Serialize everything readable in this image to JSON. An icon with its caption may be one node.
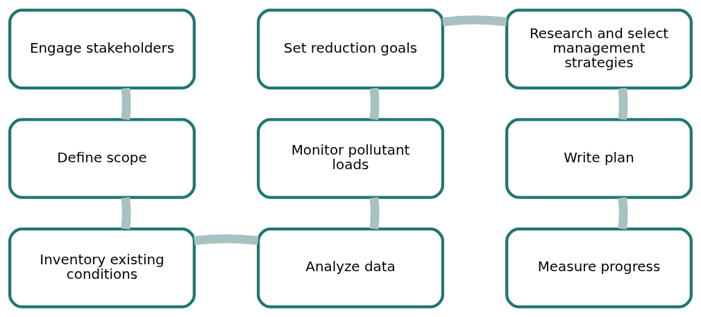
{
  "diagram": {
    "nodes": [
      {
        "text": [
          "Engage stakeholders"
        ]
      },
      {
        "text": [
          "Define scope"
        ]
      },
      {
        "text": [
          "Inventory existing conditions"
        ]
      },
      {
        "text": [
          "Set reduction goals"
        ]
      },
      {
        "text": [
          "Monitor pollutant loads"
        ]
      },
      {
        "text": [
          "Analyze data"
        ]
      },
      {
        "text": [
          "Research and select management strategies"
        ]
      },
      {
        "text": [
          "Write plan"
        ]
      },
      {
        "text": [
          "Measure progress"
        ]
      }
    ],
    "edges": [
      {
        "from": 0,
        "to": 1,
        "arrow": "none"
      },
      {
        "from": 1,
        "to": 2,
        "arrow": "none"
      },
      {
        "from": 2,
        "to": 5,
        "arrow": "none"
      },
      {
        "from": 5,
        "to": 4,
        "arrow": "none"
      },
      {
        "from": 4,
        "to": 3,
        "arrow": "none"
      },
      {
        "from": 3,
        "to": 6,
        "arrow": "none"
      },
      {
        "from": 6,
        "to": 7,
        "arrow": "none"
      },
      {
        "from": 7,
        "to": 8,
        "arrow": "none"
      }
    ]
  }
}
